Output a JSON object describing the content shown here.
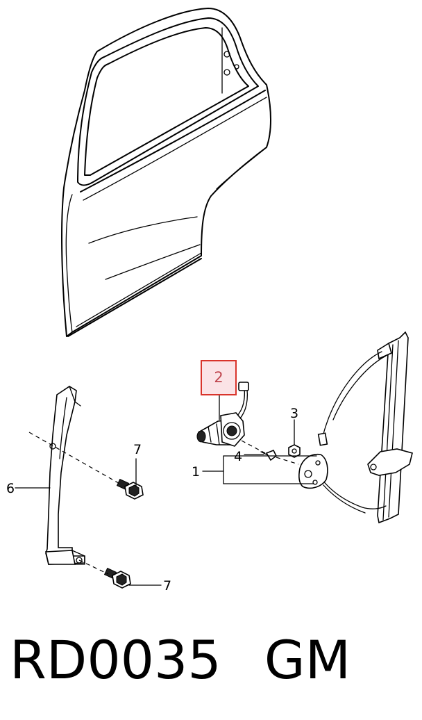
{
  "callouts": {
    "c1": "1",
    "c2": "2",
    "c3": "3",
    "c4": "4",
    "c6": "6",
    "c7a": "7",
    "c7b": "7"
  },
  "caption": {
    "part_code": "RD0035",
    "brand": "GM"
  },
  "colors": {
    "highlight_border": "#d9342b",
    "highlight_fill": "#fbe3e6",
    "highlight_text": "#c0474f"
  }
}
